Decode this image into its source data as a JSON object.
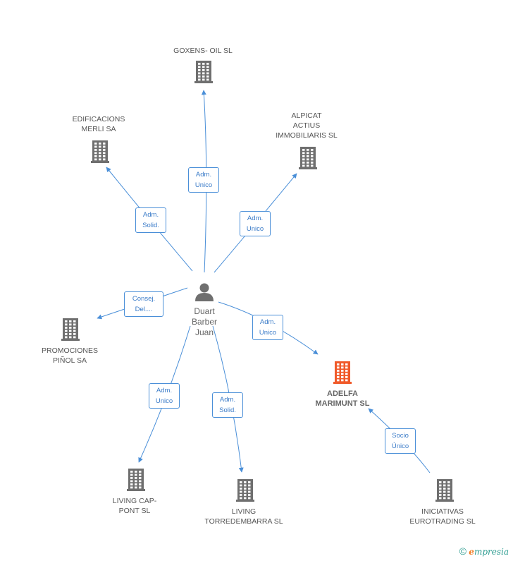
{
  "center": {
    "label": "Duart\nBarber\nJuan",
    "icon": "person-icon"
  },
  "companies": [
    {
      "id": "goxens",
      "label": "GOXENS- OIL SL",
      "icon": "building-icon",
      "color": "#6f6f6f"
    },
    {
      "id": "edificacions",
      "label": "EDIFICACIONS\nMERLI SA",
      "icon": "building-icon",
      "color": "#6f6f6f"
    },
    {
      "id": "alpicat",
      "label": "ALPICAT\nACTIUS\nIMMOBILIARIS SL",
      "icon": "building-icon",
      "color": "#6f6f6f"
    },
    {
      "id": "promociones",
      "label": "PROMOCIONES\nPIÑOL SA",
      "icon": "building-icon",
      "color": "#6f6f6f"
    },
    {
      "id": "adelfa",
      "label": "ADELFA\nMARIMUNT SL",
      "icon": "building-icon",
      "color": "#f05a2a",
      "focus": true
    },
    {
      "id": "livingcap",
      "label": "LIVING CAP-\nPONT SL",
      "icon": "building-icon",
      "color": "#6f6f6f"
    },
    {
      "id": "livingtorre",
      "label": "LIVING\nTORREDEMBARRA SL",
      "icon": "building-icon",
      "color": "#6f6f6f"
    },
    {
      "id": "iniciativas",
      "label": "INICIATIVAS\nEUROTRADING SL",
      "icon": "building-icon",
      "color": "#6f6f6f"
    }
  ],
  "relations": [
    {
      "from": "center",
      "to": "goxens",
      "label": "Adm.\nUnico"
    },
    {
      "from": "center",
      "to": "edificacions",
      "label": "Adm.\nSolid."
    },
    {
      "from": "center",
      "to": "alpicat",
      "label": "Adm.\nUnico"
    },
    {
      "from": "center",
      "to": "promociones",
      "label": "Consej.\nDel...."
    },
    {
      "from": "center",
      "to": "adelfa",
      "label": "Adm.\nUnico"
    },
    {
      "from": "center",
      "to": "livingcap",
      "label": "Adm.\nUnico"
    },
    {
      "from": "center",
      "to": "livingtorre",
      "label": "Adm.\nSolid."
    },
    {
      "from": "iniciativas",
      "to": "adelfa",
      "label": "Socio\nÚnico"
    }
  ],
  "footer": {
    "copyright": "©",
    "brand_e": "e",
    "brand_rest": "mpresia"
  },
  "colors": {
    "edge": "#4a8fd8",
    "node": "#6f6f6f",
    "focus": "#f05a2a"
  }
}
